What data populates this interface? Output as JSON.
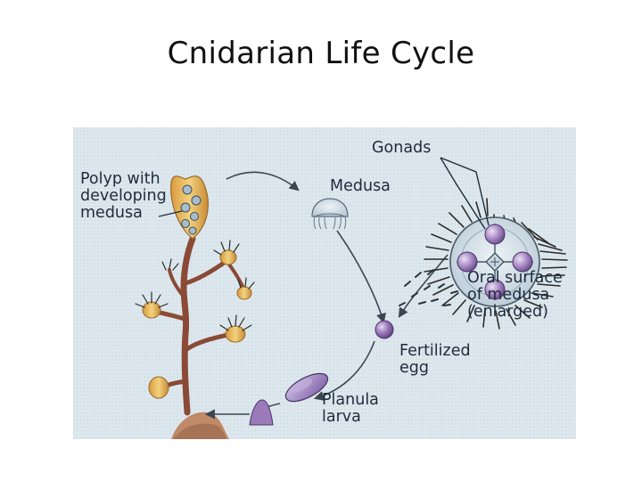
{
  "slide": {
    "title": "Cnidarian Life Cycle"
  },
  "diagram": {
    "labels": {
      "polyp": [
        "Polyp with",
        "developing",
        "medusa"
      ],
      "medusa": "Medusa",
      "gonads": "Gonads",
      "oral_surface": [
        "Oral surface",
        "of medusa",
        "(enlarged)"
      ],
      "fertilized_egg": [
        "Fertilized",
        "egg"
      ],
      "planula": [
        "Planula",
        "larva"
      ]
    },
    "colors": {
      "water_background": "#dbe6ec",
      "polyp_body": "#e8c06a",
      "stalk": "#8a4a36",
      "egg": "#9a7ab8",
      "planula": "#8b6fb0",
      "medusa_disc": "#d6e2ea",
      "arrow": "#3c4650",
      "seabed": "#c08a68"
    }
  }
}
